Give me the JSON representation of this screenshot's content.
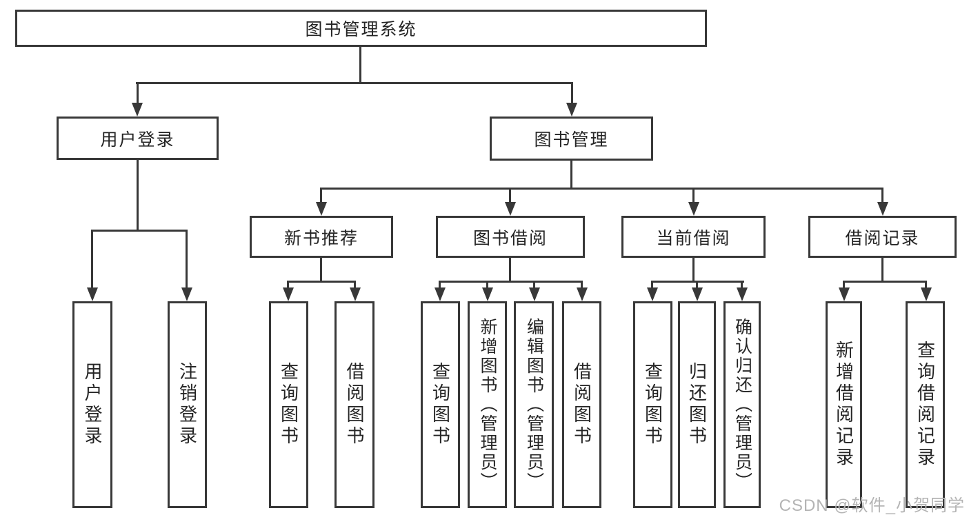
{
  "diagram": {
    "root": {
      "label": "图书管理系统"
    },
    "level2": [
      {
        "label": "用户登录"
      },
      {
        "label": "图书管理"
      }
    ],
    "level3": [
      {
        "label": "新书推荐",
        "parent": "图书管理"
      },
      {
        "label": "图书借阅",
        "parent": "图书管理"
      },
      {
        "label": "当前借阅",
        "parent": "图书管理"
      },
      {
        "label": "借阅记录",
        "parent": "图书管理"
      }
    ],
    "leaves": [
      {
        "label": "用户登录",
        "parent": "用户登录"
      },
      {
        "label": "注销登录",
        "parent": "用户登录"
      },
      {
        "label": "查询图书",
        "parent": "新书推荐"
      },
      {
        "label": "借阅图书",
        "parent": "新书推荐"
      },
      {
        "label": "查询图书",
        "parent": "图书借阅"
      },
      {
        "label": "新增图书（管理员）",
        "parent": "图书借阅"
      },
      {
        "label": "编辑图书（管理员）",
        "parent": "图书借阅"
      },
      {
        "label": "借阅图书",
        "parent": "图书借阅"
      },
      {
        "label": "查询图书",
        "parent": "当前借阅"
      },
      {
        "label": "归还图书",
        "parent": "当前借阅"
      },
      {
        "label": "确认归还（管理员）",
        "parent": "当前借阅"
      },
      {
        "label": "新增借阅记录",
        "parent": "借阅记录"
      },
      {
        "label": "查询借阅记录",
        "parent": "借阅记录"
      }
    ],
    "watermark": "CSDN @软件_小贺同学",
    "colors": {
      "line": "#383838",
      "box_border": "#383838",
      "text": "#242424",
      "watermark": "#b4b4b4",
      "background": "#ffffff"
    }
  }
}
